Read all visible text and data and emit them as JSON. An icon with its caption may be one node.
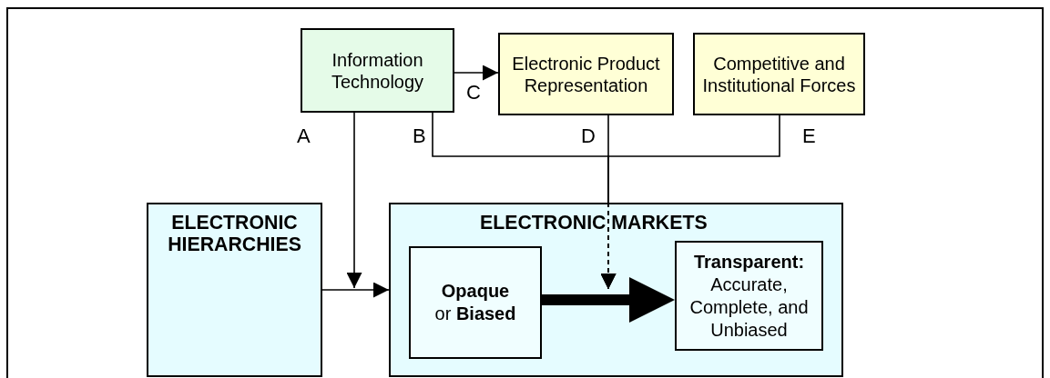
{
  "diagram": {
    "nodes": [
      {
        "text": [
          "Information Technology"
        ]
      },
      {
        "text": [
          "Electronic Product Representation"
        ]
      },
      {
        "text": [
          "Competitive and Institutional Forces"
        ]
      },
      {
        "text": [
          "ELECTRONIC HIERARCHIES"
        ]
      },
      {
        "text": [
          "ELECTRONIC MARKETS"
        ]
      },
      {
        "text": [
          "**Opaque** or **Biased**"
        ],
        "in": 4
      },
      {
        "text": [
          "**Transparent:** Accurate, Complete, and Unbiased"
        ],
        "in": 4
      }
    ],
    "edges": [
      {
        "from": 0,
        "to": 1,
        "arrow": "to",
        "label": "C"
      },
      {
        "from": 0,
        "to": null,
        "arrow": "to",
        "label": "A"
      },
      {
        "from": 0,
        "to": null,
        "arrow": "to",
        "label": "B",
        "style": "dashed"
      },
      {
        "from": 1,
        "to": null,
        "arrow": "to",
        "label": "D",
        "style": "dashed"
      },
      {
        "from": 2,
        "to": null,
        "arrow": "to",
        "label": "E",
        "style": "dashed"
      },
      {
        "from": 3,
        "to": 4,
        "arrow": "to"
      },
      {
        "from": 5,
        "to": 6,
        "arrow": "to",
        "style": "thick"
      }
    ]
  }
}
